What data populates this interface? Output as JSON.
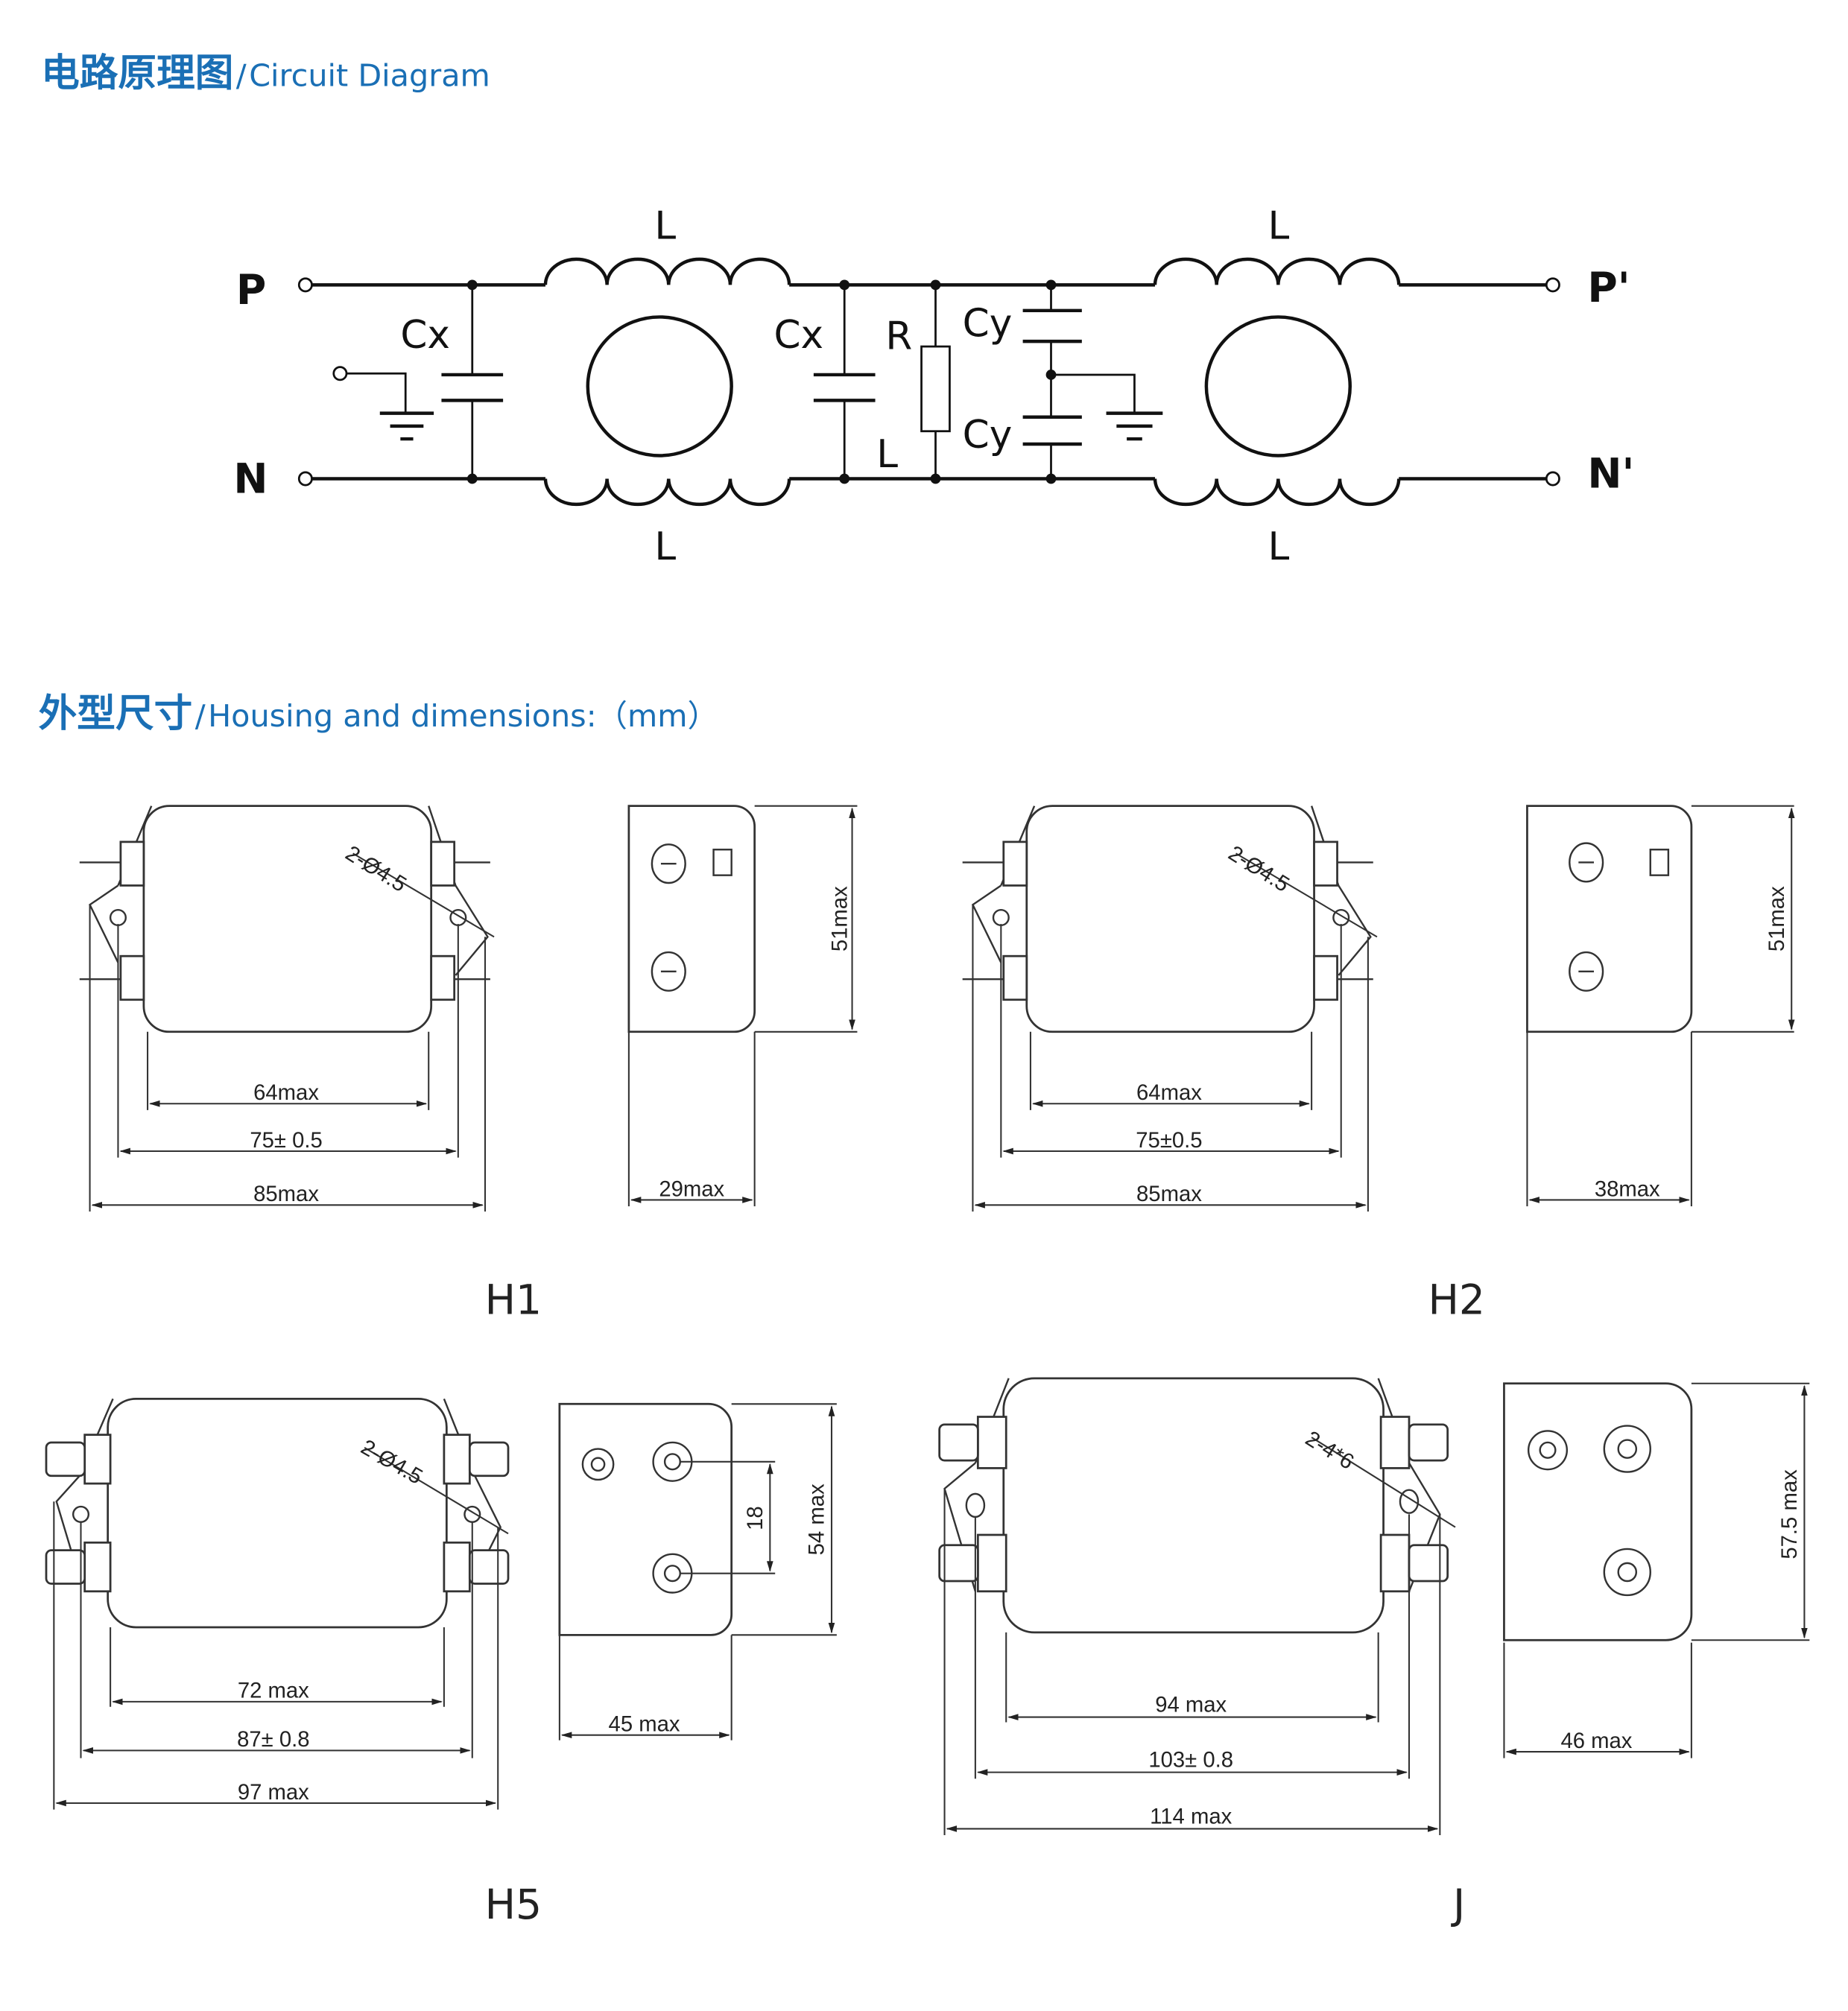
{
  "colors": {
    "heading": "#1a6fb5",
    "ink": "#111111"
  },
  "sections": {
    "circuit": {
      "title_cn": "电路原理图",
      "title_sep": "/",
      "title_en": "Circuit Diagram"
    },
    "housing": {
      "title_cn": "外型尺寸",
      "title_sep": "/",
      "title_en": "Housing and dimensions:（mm）"
    }
  },
  "circuit": {
    "terminals": {
      "p_in": "P",
      "n_in": "N",
      "p_out": "P'",
      "n_out": "N'"
    },
    "labels": {
      "inductor_top_left": "L",
      "inductor_bottom_left": "L",
      "inductor_top_right": "L",
      "inductor_bottom_right": "L",
      "cx1": "Cx",
      "cx2": "Cx",
      "r": "R",
      "l_mid": "L",
      "cy1": "Cy",
      "cy2": "Cy"
    }
  },
  "housings": [
    {
      "name": "H1",
      "hole": "2-Ø4.5",
      "body": "64max",
      "pitch": "75± 0.5",
      "overall": "85max",
      "depth": "29max",
      "height": "51max"
    },
    {
      "name": "H2",
      "hole": "2-Ø4.5",
      "body": "64max",
      "pitch": "75±0.5",
      "overall": "85max",
      "depth": "38max",
      "height": "51max"
    },
    {
      "name": "H5",
      "hole": "2-Ø4.5",
      "body": "72 max",
      "pitch": "87± 0.8",
      "overall": "97 max",
      "depth": "45 max",
      "height": "54 max",
      "terminal_spacing": "18"
    },
    {
      "name": "J",
      "hole": "2-4*6",
      "body": "94 max",
      "pitch": "103± 0.8",
      "overall": "114 max",
      "depth": "46 max",
      "height": "57.5 max"
    }
  ]
}
